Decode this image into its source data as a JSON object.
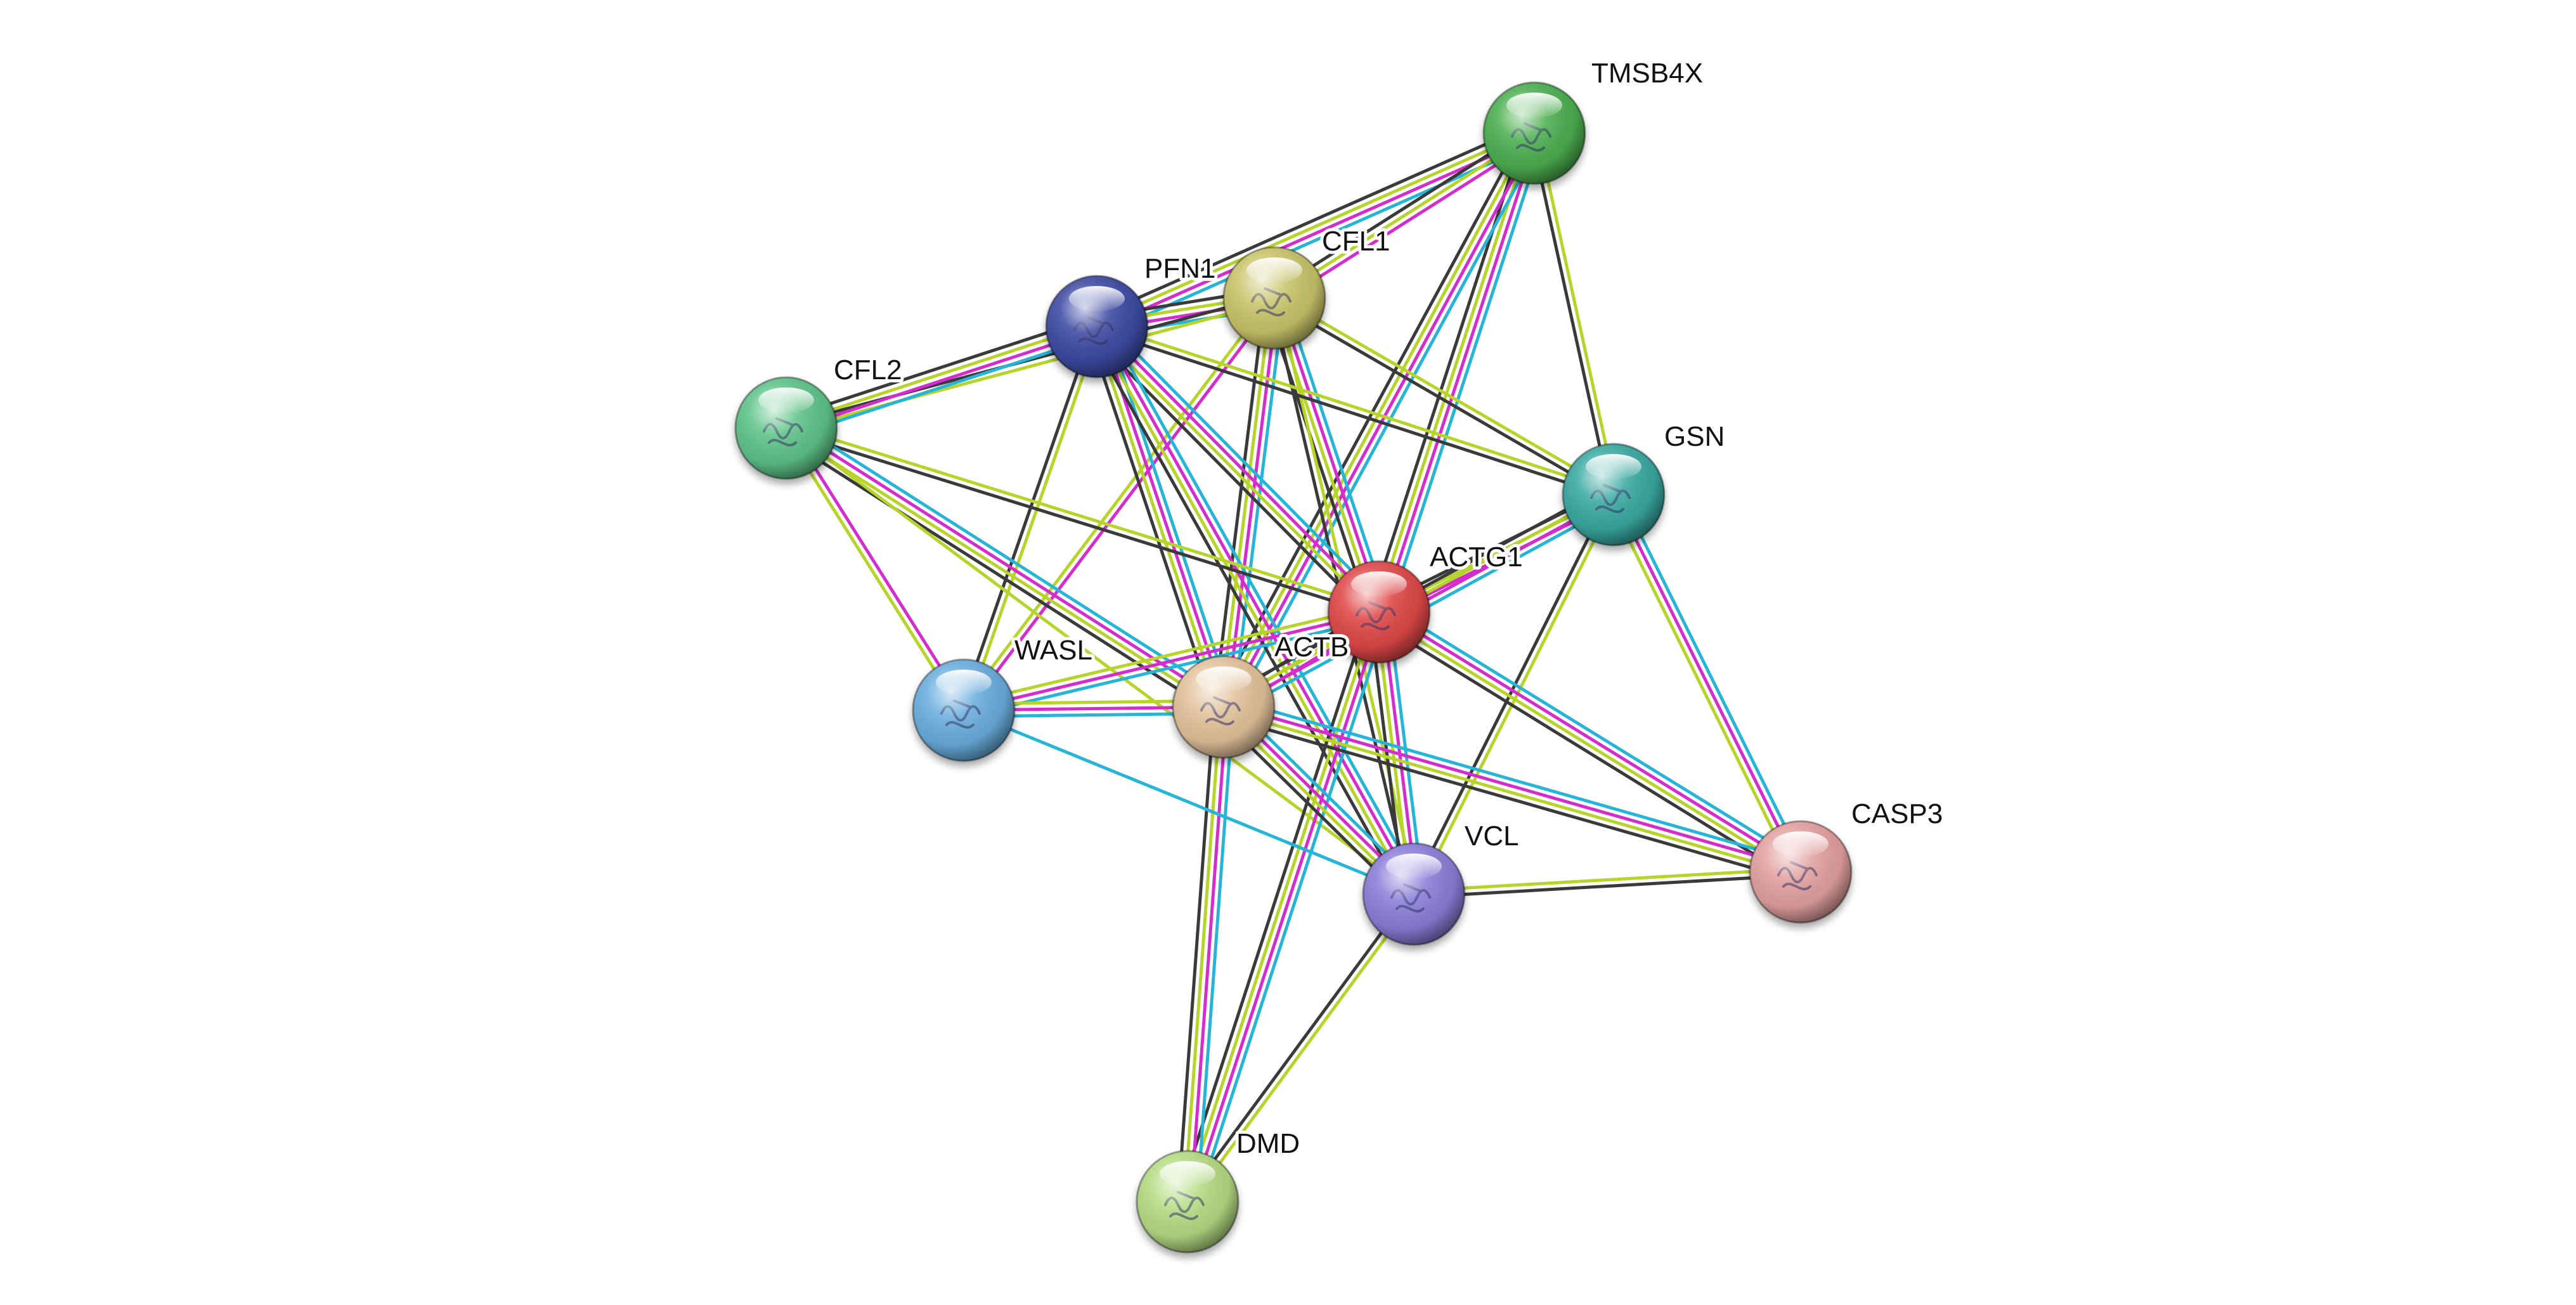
{
  "diagram": {
    "type": "protein-interaction-network",
    "edge_colors": {
      "database": "#26b5d6",
      "experiment": "#d42dcd",
      "textmining": "#b6d42a",
      "coexpression": "#3a3a3a"
    },
    "nodes": [
      {
        "id": "TMSB4X",
        "label": "TMSB4X",
        "color": "#4caf50",
        "icon": "protein-structure-icon"
      },
      {
        "id": "CFL1",
        "label": "CFL1",
        "color": "#c9c46a",
        "icon": "protein-structure-icon"
      },
      {
        "id": "PFN1",
        "label": "PFN1",
        "color": "#3d4aa3",
        "icon": "protein-structure-icon"
      },
      {
        "id": "CFL2",
        "label": "CFL2",
        "color": "#5fc489",
        "icon": "protein-structure-icon"
      },
      {
        "id": "GSN",
        "label": "GSN",
        "color": "#3aa9a2",
        "icon": "protein-structure-icon"
      },
      {
        "id": "ACTG1",
        "label": "ACTG1",
        "color": "#e04848",
        "icon": "protein-structure-icon"
      },
      {
        "id": "ACTB",
        "label": "ACTB",
        "color": "#e3c29b",
        "icon": "protein-structure-icon"
      },
      {
        "id": "WASL",
        "label": "WASL",
        "color": "#6aaede",
        "icon": "protein-structure-icon"
      },
      {
        "id": "VCL",
        "label": "VCL",
        "color": "#8a7ed9",
        "icon": "protein-structure-icon"
      },
      {
        "id": "CASP3",
        "label": "CASP3",
        "color": "#e3a0a0",
        "icon": "protein-structure-icon"
      },
      {
        "id": "DMD",
        "label": "DMD",
        "color": "#b5dc83",
        "icon": "protein-structure-icon"
      }
    ],
    "edges": [
      {
        "source": "TMSB4X",
        "target": "PFN1",
        "types": [
          "database",
          "experiment",
          "textmining",
          "coexpression"
        ]
      },
      {
        "source": "TMSB4X",
        "target": "CFL1",
        "types": [
          "experiment",
          "textmining",
          "coexpression"
        ]
      },
      {
        "source": "TMSB4X",
        "target": "GSN",
        "types": [
          "textmining",
          "coexpression"
        ]
      },
      {
        "source": "TMSB4X",
        "target": "ACTG1",
        "types": [
          "database",
          "experiment",
          "textmining",
          "coexpression"
        ]
      },
      {
        "source": "TMSB4X",
        "target": "ACTB",
        "types": [
          "database",
          "experiment",
          "textmining",
          "coexpression"
        ]
      },
      {
        "source": "CFL1",
        "target": "PFN1",
        "types": [
          "database",
          "experiment",
          "textmining",
          "coexpression"
        ]
      },
      {
        "source": "CFL1",
        "target": "CFL2",
        "types": [
          "textmining",
          "coexpression"
        ]
      },
      {
        "source": "CFL1",
        "target": "GSN",
        "types": [
          "textmining",
          "coexpression"
        ]
      },
      {
        "source": "CFL1",
        "target": "ACTG1",
        "types": [
          "database",
          "experiment",
          "textmining",
          "coexpression"
        ]
      },
      {
        "source": "CFL1",
        "target": "ACTB",
        "types": [
          "database",
          "experiment",
          "textmining",
          "coexpression"
        ]
      },
      {
        "source": "CFL1",
        "target": "WASL",
        "types": [
          "experiment",
          "textmining"
        ]
      },
      {
        "source": "CFL1",
        "target": "VCL",
        "types": [
          "textmining",
          "coexpression"
        ]
      },
      {
        "source": "PFN1",
        "target": "CFL2",
        "types": [
          "database",
          "experiment",
          "textmining",
          "coexpression"
        ]
      },
      {
        "source": "PFN1",
        "target": "GSN",
        "types": [
          "textmining",
          "coexpression"
        ]
      },
      {
        "source": "PFN1",
        "target": "ACTG1",
        "types": [
          "database",
          "experiment",
          "textmining",
          "coexpression"
        ]
      },
      {
        "source": "PFN1",
        "target": "ACTB",
        "types": [
          "database",
          "experiment",
          "textmining",
          "coexpression"
        ]
      },
      {
        "source": "PFN1",
        "target": "WASL",
        "types": [
          "textmining",
          "coexpression"
        ]
      },
      {
        "source": "PFN1",
        "target": "VCL",
        "types": [
          "database",
          "experiment",
          "textmining",
          "coexpression"
        ]
      },
      {
        "source": "CFL2",
        "target": "ACTG1",
        "types": [
          "textmining",
          "coexpression"
        ]
      },
      {
        "source": "CFL2",
        "target": "ACTB",
        "types": [
          "database",
          "experiment",
          "textmining",
          "coexpression"
        ]
      },
      {
        "source": "CFL2",
        "target": "WASL",
        "types": [
          "experiment",
          "textmining"
        ]
      },
      {
        "source": "CFL2",
        "target": "VCL",
        "types": [
          "textmining"
        ]
      },
      {
        "source": "GSN",
        "target": "ACTG1",
        "types": [
          "experiment",
          "textmining",
          "coexpression"
        ]
      },
      {
        "source": "GSN",
        "target": "ACTB",
        "types": [
          "database",
          "experiment",
          "textmining",
          "coexpression"
        ]
      },
      {
        "source": "GSN",
        "target": "CASP3",
        "types": [
          "database",
          "experiment",
          "textmining"
        ]
      },
      {
        "source": "GSN",
        "target": "VCL",
        "types": [
          "textmining",
          "coexpression"
        ]
      },
      {
        "source": "ACTG1",
        "target": "ACTB",
        "types": [
          "experiment",
          "textmining",
          "coexpression"
        ]
      },
      {
        "source": "ACTG1",
        "target": "WASL",
        "types": [
          "database",
          "experiment",
          "textmining"
        ]
      },
      {
        "source": "ACTG1",
        "target": "VCL",
        "types": [
          "database",
          "experiment",
          "textmining",
          "coexpression"
        ]
      },
      {
        "source": "ACTG1",
        "target": "CASP3",
        "types": [
          "database",
          "experiment",
          "textmining",
          "coexpression"
        ]
      },
      {
        "source": "ACTG1",
        "target": "DMD",
        "types": [
          "database",
          "experiment",
          "textmining",
          "coexpression"
        ]
      },
      {
        "source": "ACTB",
        "target": "WASL",
        "types": [
          "database",
          "experiment",
          "textmining"
        ]
      },
      {
        "source": "ACTB",
        "target": "VCL",
        "types": [
          "database",
          "experiment",
          "textmining",
          "coexpression"
        ]
      },
      {
        "source": "ACTB",
        "target": "CASP3",
        "types": [
          "database",
          "experiment",
          "textmining",
          "coexpression"
        ]
      },
      {
        "source": "ACTB",
        "target": "DMD",
        "types": [
          "database",
          "experiment",
          "textmining",
          "coexpression"
        ]
      },
      {
        "source": "WASL",
        "target": "VCL",
        "types": [
          "database"
        ]
      },
      {
        "source": "VCL",
        "target": "CASP3",
        "types": [
          "textmining",
          "coexpression"
        ]
      },
      {
        "source": "VCL",
        "target": "DMD",
        "types": [
          "textmining",
          "coexpression"
        ]
      }
    ]
  }
}
